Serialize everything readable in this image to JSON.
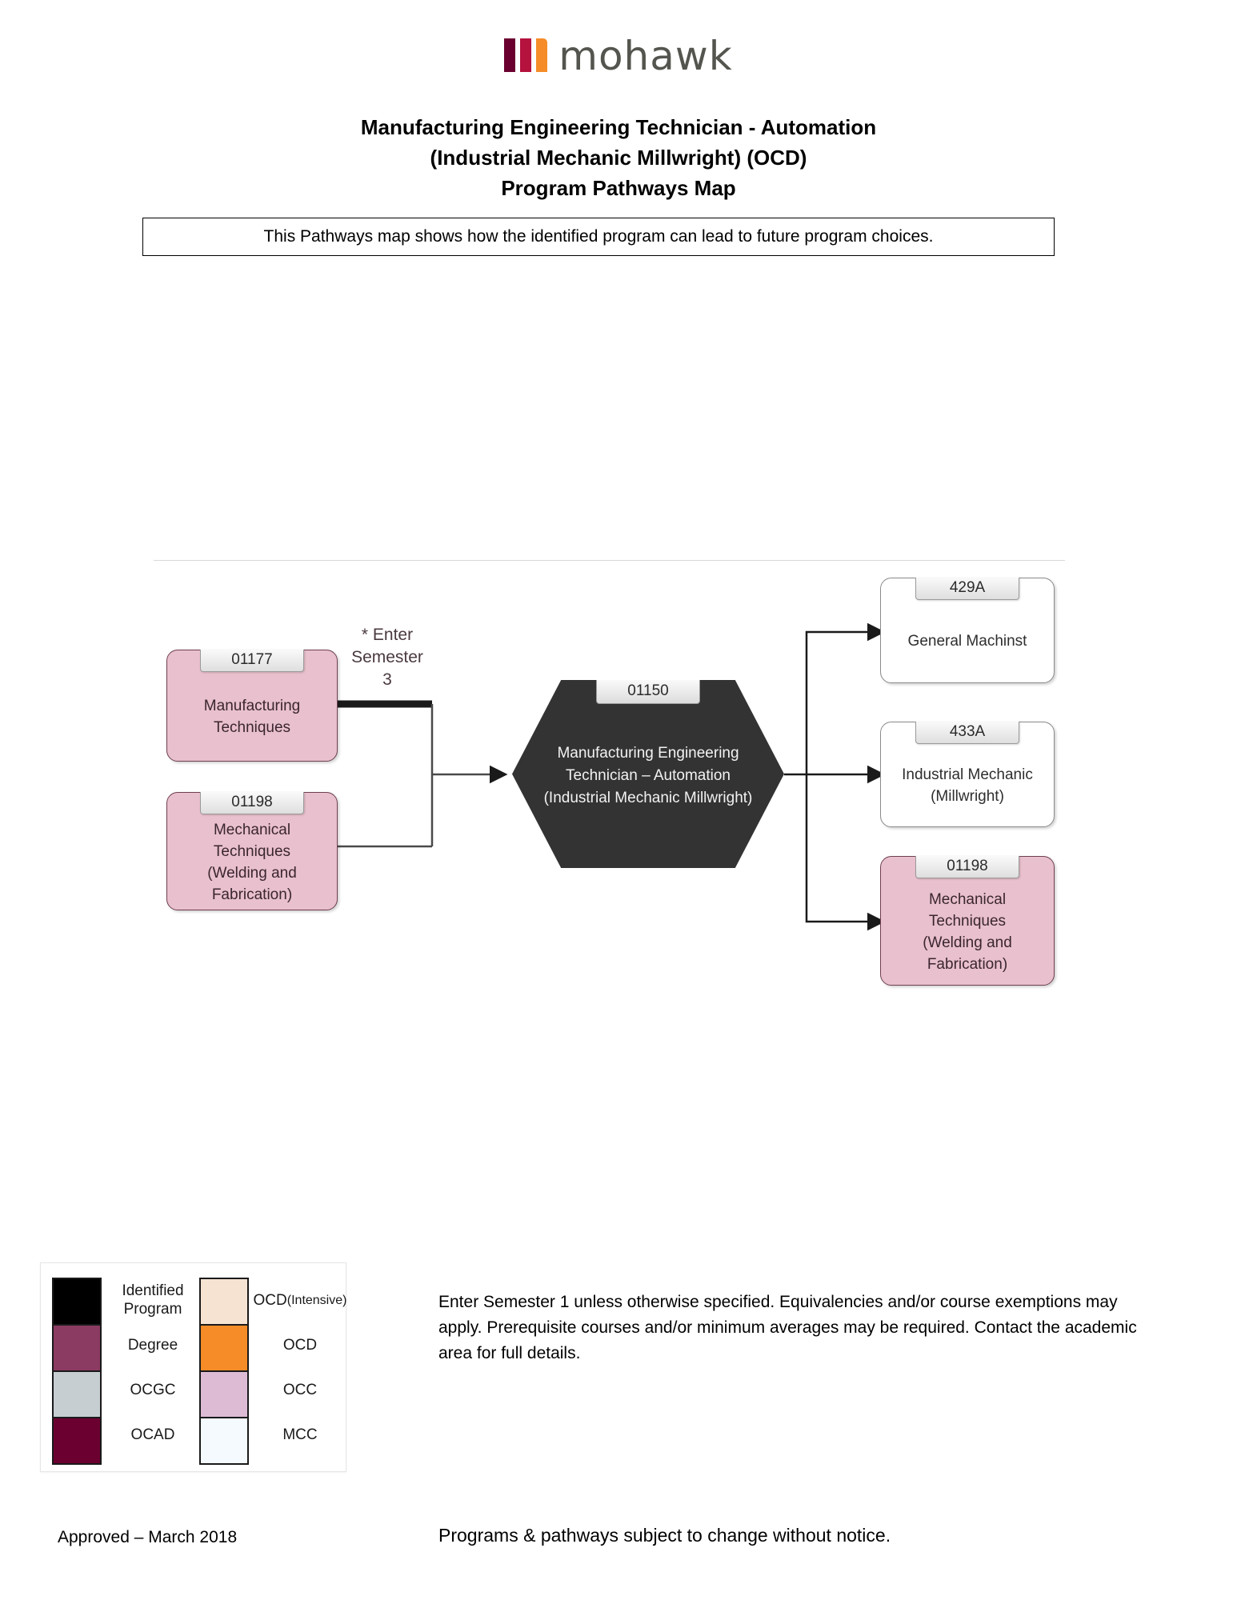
{
  "brand": {
    "logo_word": "mohawk",
    "logo_bar_colors": [
      "#6B0030",
      "#B5123E",
      "#F58C28"
    ],
    "logo_text_color": "#55554F"
  },
  "header": {
    "title_line1": "Manufacturing Engineering Technician - Automation",
    "title_line2": "(Industrial Mechanic Millwright) (OCD)",
    "title_line3": "Program Pathways Map",
    "subtitle": "This Pathways map shows how the identified program can lead to future program choices."
  },
  "diagram": {
    "entry_note": "* Enter\nSemester\n3",
    "inputs": [
      {
        "code": "01177",
        "label": "Manufacturing\nTechniques",
        "color": "#E9C0CD",
        "type": "OCC"
      },
      {
        "code": "01198",
        "label": "Mechanical\nTechniques\n(Welding and\nFabrication)",
        "color": "#E9C0CD",
        "type": "OCC"
      }
    ],
    "identified_program": {
      "code": "01150",
      "label": "Manufacturing Engineering\nTechnician – Automation\n(Industrial Mechanic Millwright)",
      "color": "#333333",
      "type": "Identified Program"
    },
    "outputs": [
      {
        "code": "429A",
        "label": "General Machinst",
        "color": "#FFFFFF",
        "type": "MCC"
      },
      {
        "code": "433A",
        "label": "Industrial Mechanic\n(Millwright)",
        "color": "#FFFFFF",
        "type": "MCC"
      },
      {
        "code": "01198",
        "label": "Mechanical\nTechniques\n(Welding and\nFabrication)",
        "color": "#E9C0CD",
        "type": "OCC"
      }
    ]
  },
  "legend": {
    "left_column": [
      {
        "label": "Identified\nProgram",
        "color": "#000000"
      },
      {
        "label": "Degree",
        "color": "#8B3A62"
      },
      {
        "label": "OCGC",
        "color": "#C6CED2"
      },
      {
        "label": "OCAD",
        "color": "#6B0030"
      }
    ],
    "right_column": [
      {
        "label": "OCD\n(Intensive)",
        "color": "#F7E3D2"
      },
      {
        "label": "OCD",
        "color": "#F58C28"
      },
      {
        "label": "OCC",
        "color": "#DDBBD5"
      },
      {
        "label": "MCC",
        "color": "#F4FAFD"
      }
    ]
  },
  "notes": {
    "side_note": "Enter Semester 1 unless otherwise specified. Equivalencies and/or course exemptions may apply. Prerequisite courses and/or minimum averages may be required. Contact the academic area for full details."
  },
  "footer": {
    "approved": "Approved – March 2018",
    "disclaimer": "Programs & pathways subject to change without notice."
  }
}
